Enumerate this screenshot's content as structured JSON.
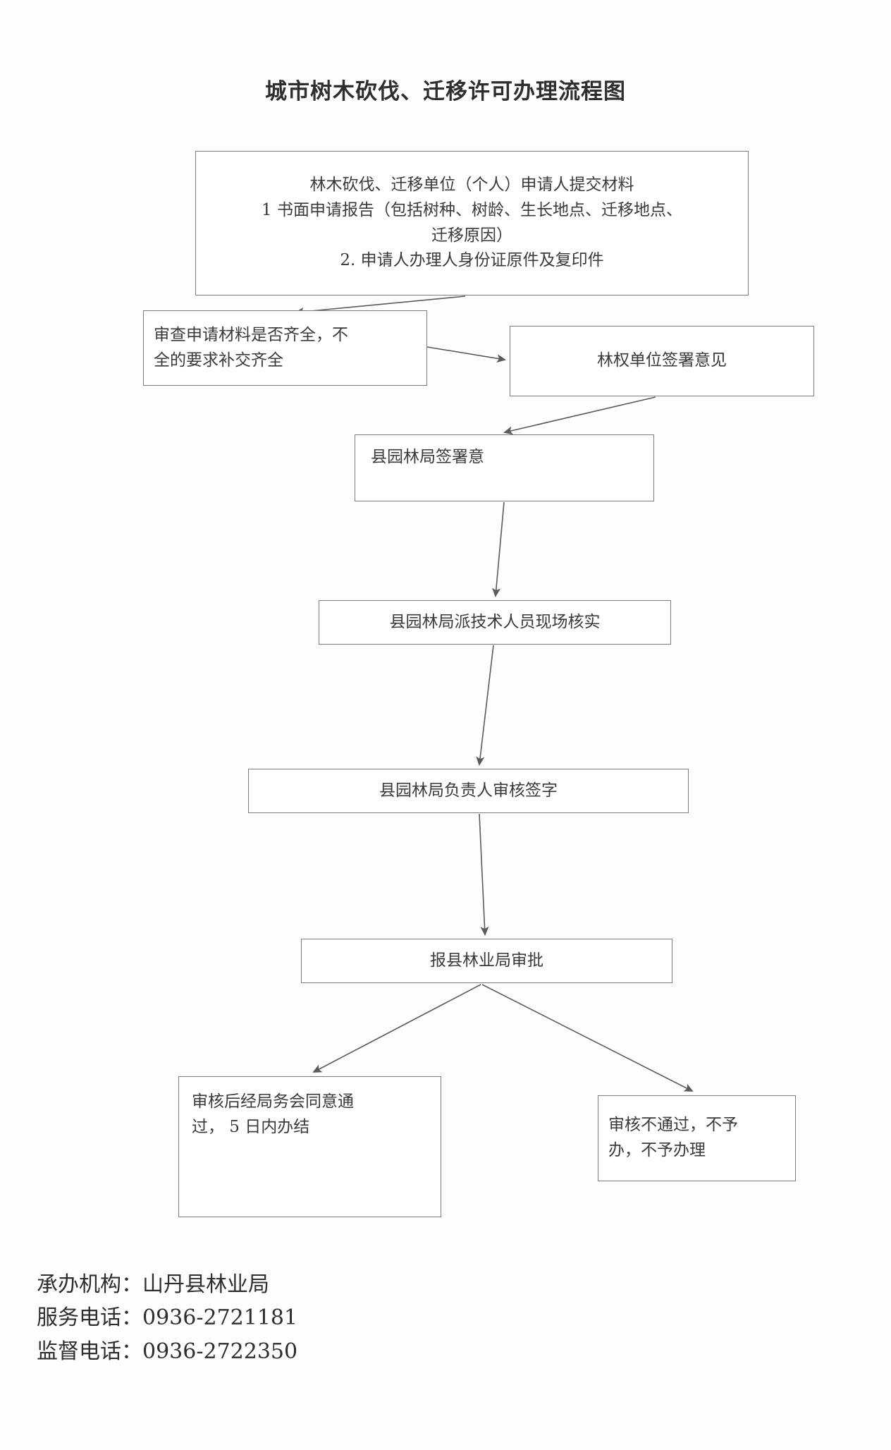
{
  "document": {
    "title": "城市树木砍伐、迁移许可办理流程图",
    "type": "flowchart"
  },
  "chart_data": {
    "type": "diagram",
    "title": "城市树木砍伐、迁移许可办理流程图",
    "nodes": [
      {
        "id": "submit",
        "label": "林木砍伐、迁移单位（个人）申请人提交材料\n1 书面申请报告（包括树种、树龄、生长地点、迁移地点、\n迁移原因）\n2. 申请人办理人身份证原件及复印件"
      },
      {
        "id": "review",
        "label": "审查申请材料是否齐全，不\n全的要求补交齐全"
      },
      {
        "id": "forest",
        "label": "林权单位签署意见"
      },
      {
        "id": "garden",
        "label": "县园林局签署意"
      },
      {
        "id": "tech",
        "label": "县园林局派技术人员现场核实"
      },
      {
        "id": "sign",
        "label": "县园林局负责人审核签字"
      },
      {
        "id": "approve",
        "label": "报县林业局审批"
      },
      {
        "id": "pass",
        "label": "审核后经局务会同意通\n过，  5 日内办结"
      },
      {
        "id": "fail",
        "label": "审核不通过，不予\n办，不予办理"
      }
    ],
    "edges": [
      {
        "from": "submit",
        "to": "review"
      },
      {
        "from": "review",
        "to": "forest"
      },
      {
        "from": "forest",
        "to": "garden"
      },
      {
        "from": "garden",
        "to": "tech"
      },
      {
        "from": "tech",
        "to": "sign"
      },
      {
        "from": "sign",
        "to": "approve"
      },
      {
        "from": "approve",
        "to": "pass"
      },
      {
        "from": "approve",
        "to": "fail"
      }
    ]
  },
  "footer": {
    "agency_line": "承办机构：山丹县林业局",
    "service_line": "服务电话：0936-2721181",
    "supervision_line": "监督电话：0936-2722350"
  },
  "colors": {
    "box_border": "#7b7b80",
    "text": "#3a3a3c",
    "background": "#fdfdfd",
    "arrow": "#5a5a60"
  }
}
